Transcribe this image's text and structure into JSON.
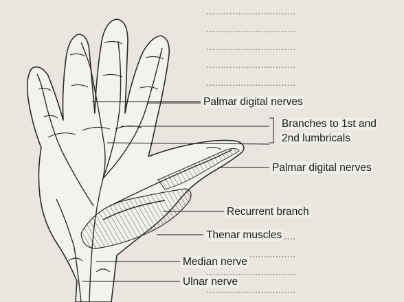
{
  "labels": {
    "palmar_digital_nerves_upper": "Palmar digital nerves",
    "branches_line1": "Branches to 1st and",
    "branches_line2": "2nd lumbricals",
    "palmar_digital_nerves_lower": "Palmar digital nerves",
    "recurrent_branch": "Recurrent branch",
    "thenar_muscles": "Thenar muscles",
    "median_nerve": "Median nerve",
    "ulnar_nerve": "Ulnar nerve"
  },
  "colors": {
    "page": "#e9e6df",
    "ink": "#1a1a1a",
    "bleed_text": "#8e8a84"
  }
}
